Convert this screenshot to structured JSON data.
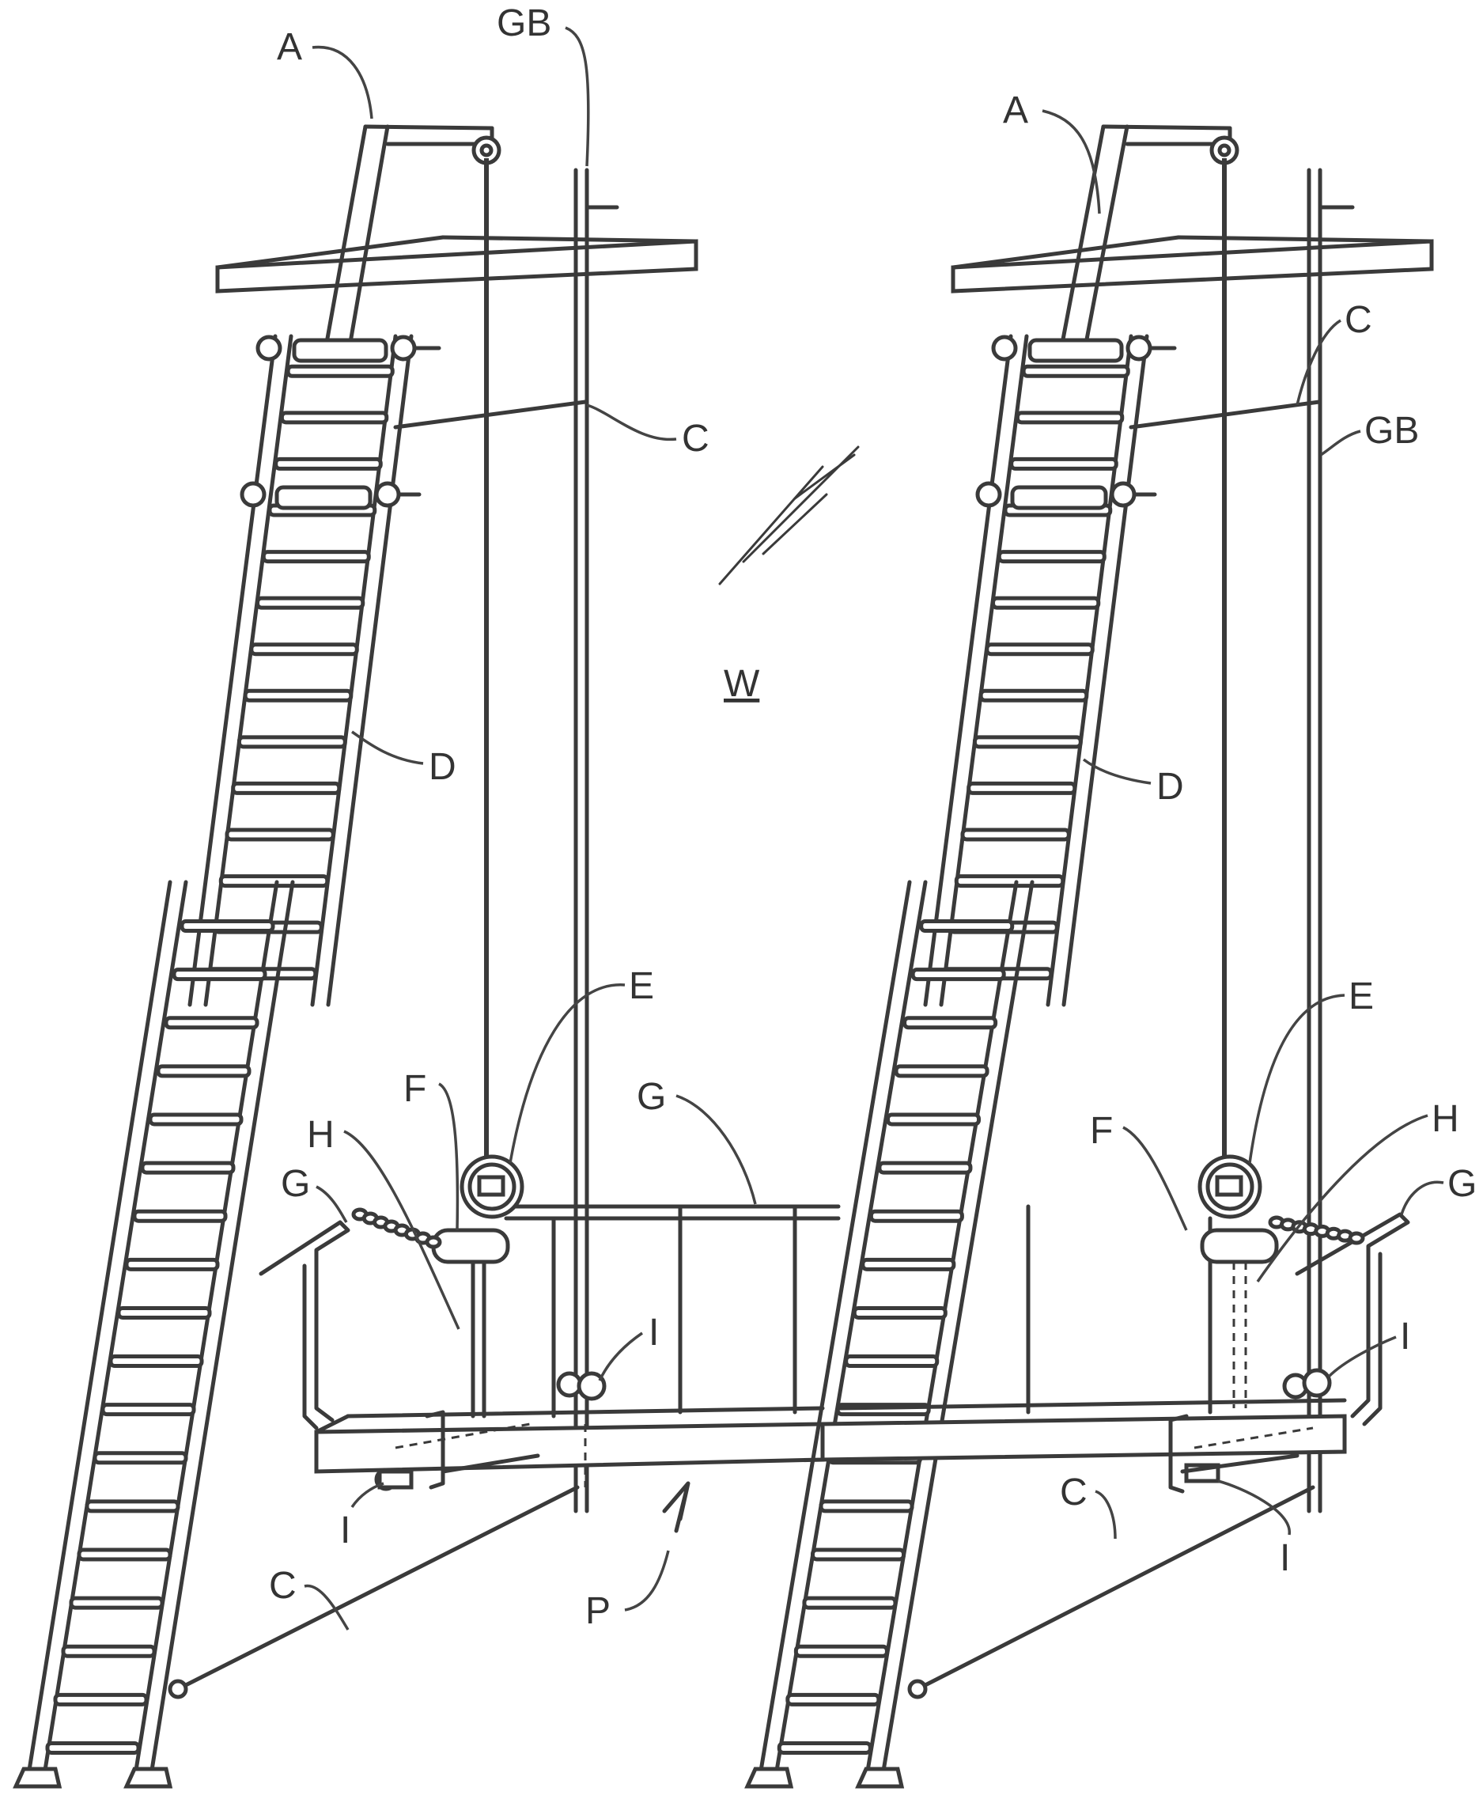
{
  "labels": {
    "A_left": "A",
    "GB_left": "GB",
    "C_upper_left": "C",
    "D_left": "D",
    "E_left": "E",
    "F_left": "F",
    "H_left": "H",
    "G_left": "G",
    "G_center": "G",
    "I_left_upper": "I",
    "I_left_lower": "I",
    "C_lower_left": "C",
    "P": "P",
    "W": "W",
    "A_right": "A",
    "C_upper_right": "C",
    "GB_right": "GB",
    "D_right": "D",
    "E_right": "E",
    "F_right": "F",
    "H_right": "H",
    "G_right": "G",
    "I_right_upper": "I",
    "I_right_lower": "I",
    "C_lower_right": "C"
  }
}
